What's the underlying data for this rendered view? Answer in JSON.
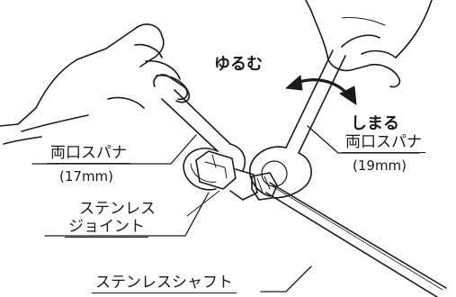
{
  "labels": {
    "loosen": "ゆるむ",
    "tighten": "しまる",
    "wrench_left_name": "両口スパナ",
    "wrench_left_size": "(17mm)",
    "wrench_right_name": "両口スパナ",
    "wrench_right_size": "(19mm)",
    "joint_line1": "ステンレス",
    "joint_line2": "ジョイント",
    "shaft": "ステンレスシャフト"
  },
  "colors": {
    "ink": "#1a1a1a",
    "paper": "#ffffff"
  },
  "icons": {
    "rotation_arrow": "double-headed-curved-arrow-icon"
  }
}
